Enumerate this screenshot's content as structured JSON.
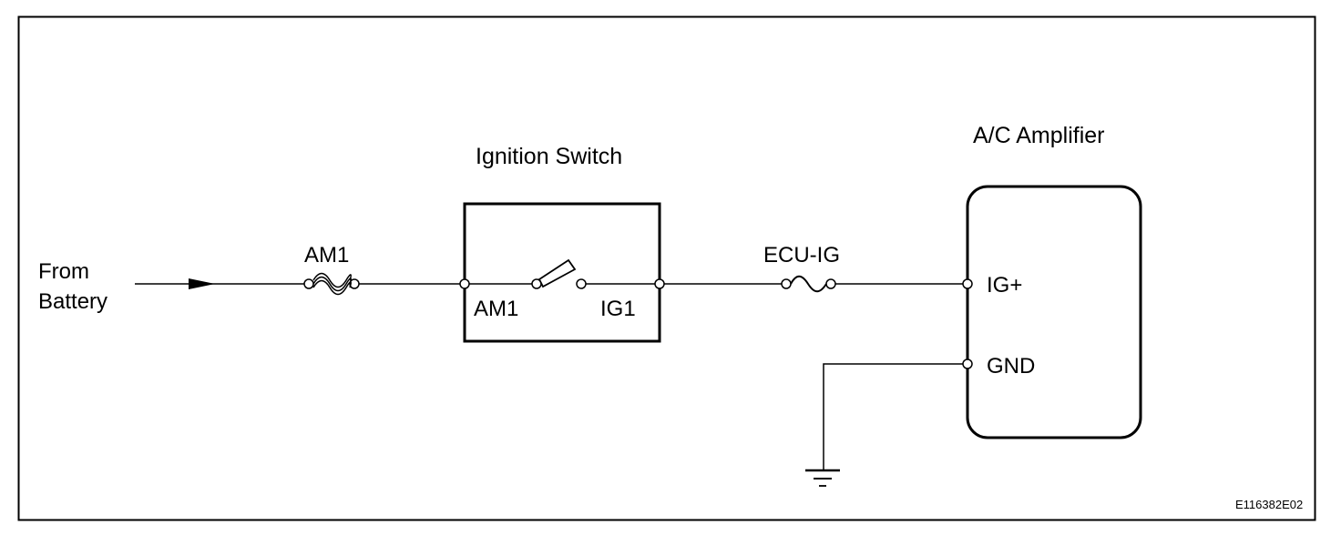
{
  "source": {
    "label_line1": "From",
    "label_line2": "Battery"
  },
  "fuses": {
    "am1": {
      "label": "AM1"
    },
    "ecu_ig": {
      "label": "ECU-IG"
    }
  },
  "ignition_switch": {
    "title": "Ignition Switch",
    "terminal_in": "AM1",
    "terminal_out": "IG1"
  },
  "ac_amplifier": {
    "title": "A/C Amplifier",
    "terminal_power": "IG+",
    "terminal_ground": "GND"
  },
  "figure_code": "E116382E02"
}
